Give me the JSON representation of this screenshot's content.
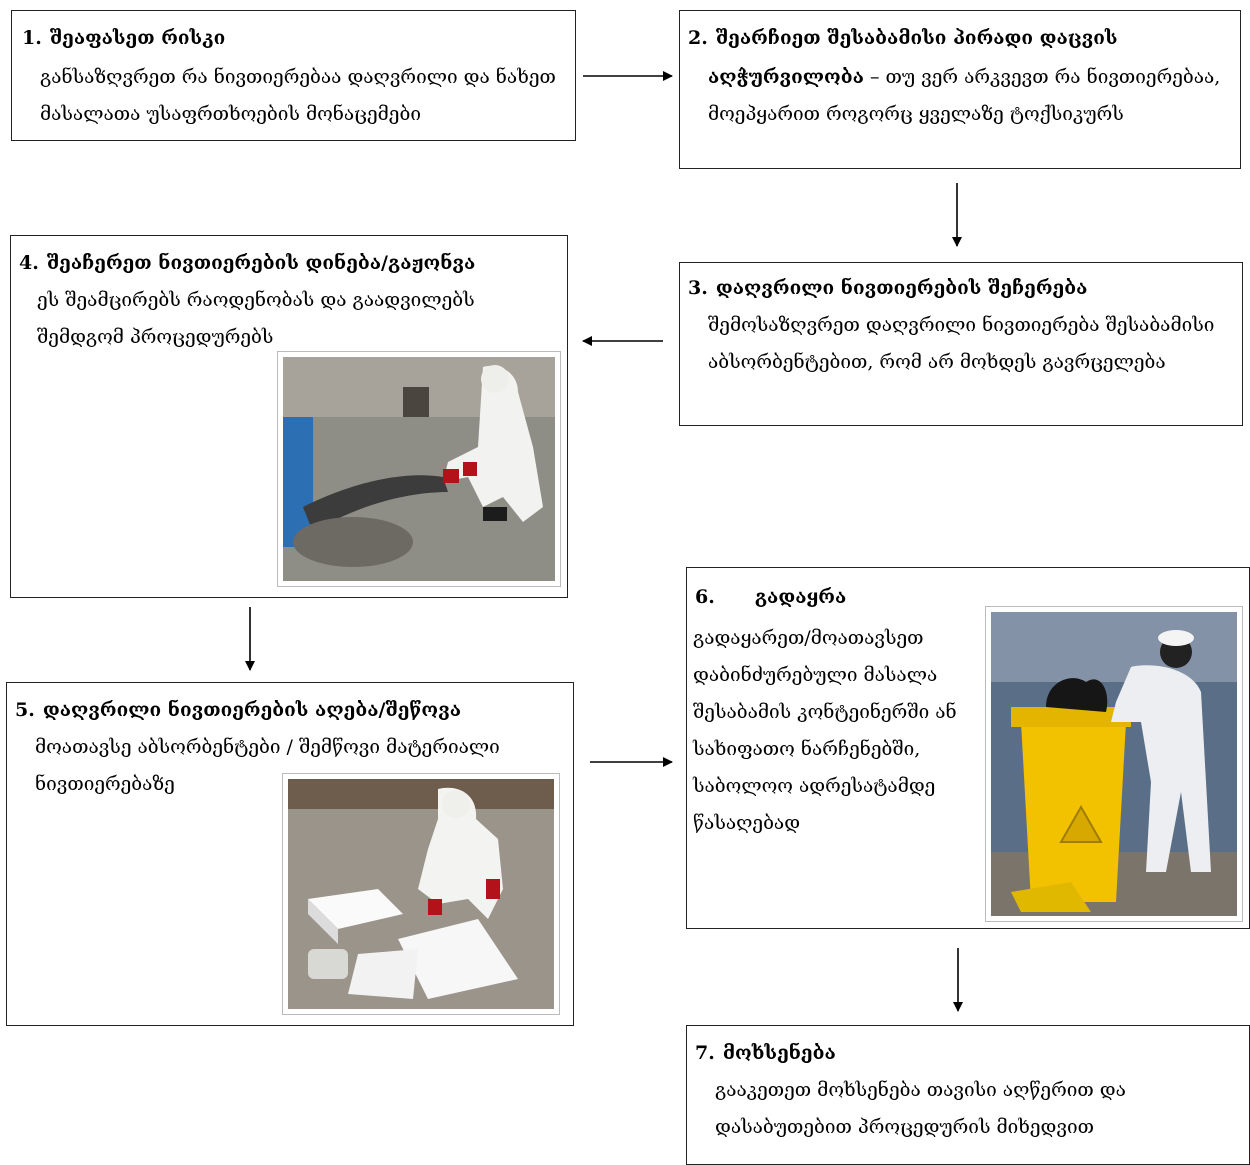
{
  "steps": [
    {
      "num": "1.",
      "title": "შეაფასეთ რისკი",
      "desc": "განსაზღვრეთ რა ნივთიერებაა დაღვრილი და ნახეთ მასალათა უსაფრთხოების მონაცემები"
    },
    {
      "num": "2.",
      "title": "შეარჩიეთ შესაბამისი პირადი დაცვის",
      "desc_bold": "აღჭურვილობა",
      "desc": " – თუ ვერ არკვევთ რა ნივთიერებაა, მოეპყარით როგორც ყველაზე ტოქსიკურს"
    },
    {
      "num": "3.",
      "title": "დაღვრილი ნივთიერების შეჩერება",
      "desc": "შემოსაზღვრეთ დაღვრილი ნივთიერება შესაბამისი აბსორბენტებით, რომ არ მოხდეს გავრცელება"
    },
    {
      "num": "4.",
      "title": "შეაჩერეთ ნივთიერების დინება/გაჟონვა",
      "desc": "ეს შეამცირებს რაოდენობას და გაადვილებს შემდგომ პროცედურებს"
    },
    {
      "num": "5.",
      "title": "დაღვრილი ნივთიერების აღება/შეწოვა",
      "desc": "მოათავსე აბსორბენტები / შემწოვი მატერიალი ნივთიერებაზე"
    },
    {
      "num": "6.",
      "title": "გადაყრა",
      "desc": "გადაყარეთ/მოათავსეთ დაბინძურებული მასალა შესაბამის კონტეინერში ან სახიფათო ნარჩენებში, საბოლოო ადრესატამდე წასაღებად"
    },
    {
      "num": "7.",
      "title": "მოხსენება",
      "desc": "გააკეთეთ მოხსენება თავისი აღწერით და დასაბუთებით პროცედურის მიხედვით"
    }
  ],
  "colors": {
    "border": "#222222",
    "arrow": "#000000",
    "yellow_bin": "#f2c200",
    "suit": "#f4f4f4",
    "glove": "#b3121a"
  }
}
